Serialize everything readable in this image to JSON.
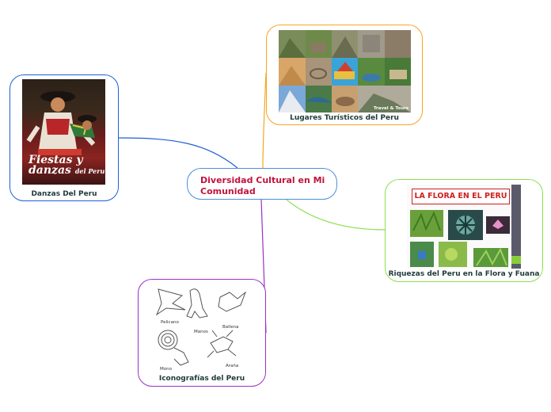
{
  "central_topic": {
    "line1": "Diversidad Cultural en Mi",
    "line2": "Comunidad"
  },
  "topics": {
    "danzas": {
      "caption": "Danzas Del Peru",
      "poster_line1": "Fiestas y",
      "poster_line2": "danzas",
      "poster_line3": "del Peru"
    },
    "lugares": {
      "caption": "Lugares Turísticos del Peru",
      "watermark": "Travel & Tours"
    },
    "flora": {
      "caption": "Riquezas del Peru en la Flora y Fuana",
      "banner": "LA FLORA EN EL PERU"
    },
    "iconografias": {
      "caption": "Iconografías del Peru",
      "labels": [
        "Pelicano",
        "Manos",
        "Ballena",
        "Mono",
        "Araña"
      ]
    }
  },
  "colors": {
    "center_border": "#4a90d9",
    "center_text": "#c0143c",
    "danzas_branch": "#1f5fd6",
    "lugares_branch": "#f5a623",
    "flora_branch": "#8be04e",
    "iconografias_branch": "#9b30c8"
  }
}
